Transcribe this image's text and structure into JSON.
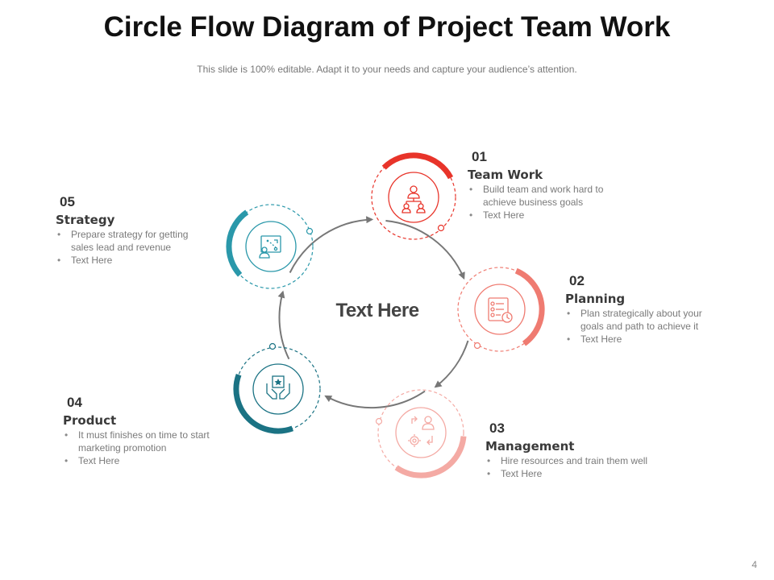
{
  "slide": {
    "title": "Circle Flow Diagram of Project Team Work",
    "subtitle": "This slide is 100% editable. Adapt it to your needs and capture your audience’s attention.",
    "center_text": "Text Here",
    "page_number": "4"
  },
  "colors": {
    "team_work": "#e8342a",
    "planning": "#ef7b71",
    "management": "#f4aaa4",
    "product": "#1b7384",
    "strategy": "#2a98aa",
    "cycle_arrow": "#777777"
  },
  "steps": [
    {
      "number": "01",
      "title": "Team Work",
      "bullets": [
        "Build team and work hard to achieve business goals",
        "Text Here"
      ],
      "icon": "team-hierarchy-icon"
    },
    {
      "number": "02",
      "title": "Planning",
      "bullets": [
        "Plan strategically about your goals and path to achieve it",
        "Text Here"
      ],
      "icon": "checklist-icon"
    },
    {
      "number": "03",
      "title": "Management",
      "bullets": [
        "Hire resources and train them well",
        "Text Here"
      ],
      "icon": "manager-gear-icon"
    },
    {
      "number": "04",
      "title": "Product",
      "bullets": [
        "It must finishes on time to start marketing promotion",
        "Text Here"
      ],
      "icon": "hands-product-icon"
    },
    {
      "number": "05",
      "title": "Strategy",
      "bullets": [
        "Prepare strategy for getting sales lead and revenue",
        "Text Here"
      ],
      "icon": "strategy-board-icon"
    }
  ]
}
